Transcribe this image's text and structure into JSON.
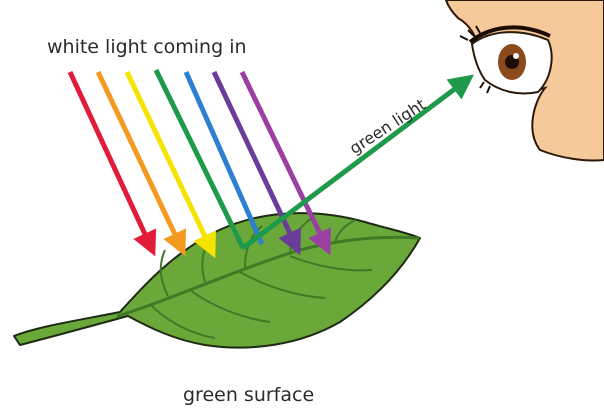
{
  "labels": {
    "incoming": "white light coming in",
    "reflected": "green light",
    "surface": "green surface"
  },
  "colors": {
    "red": "#e31b3b",
    "orange": "#f39a1f",
    "yellow": "#f5e400",
    "green": "#1e9a4a",
    "blue": "#2d7fd0",
    "indigo": "#6a3d9a",
    "violet": "#9b3fa3",
    "leaf": "#6aa83a",
    "leaf_dark": "#3f7a25",
    "skin": "#f6c99a",
    "iris": "#8a4a1a"
  },
  "rays": [
    "red",
    "orange",
    "yellow",
    "green",
    "blue",
    "indigo",
    "violet"
  ],
  "icons": {
    "eye": "eye-icon",
    "leaf": "leaf-icon"
  }
}
